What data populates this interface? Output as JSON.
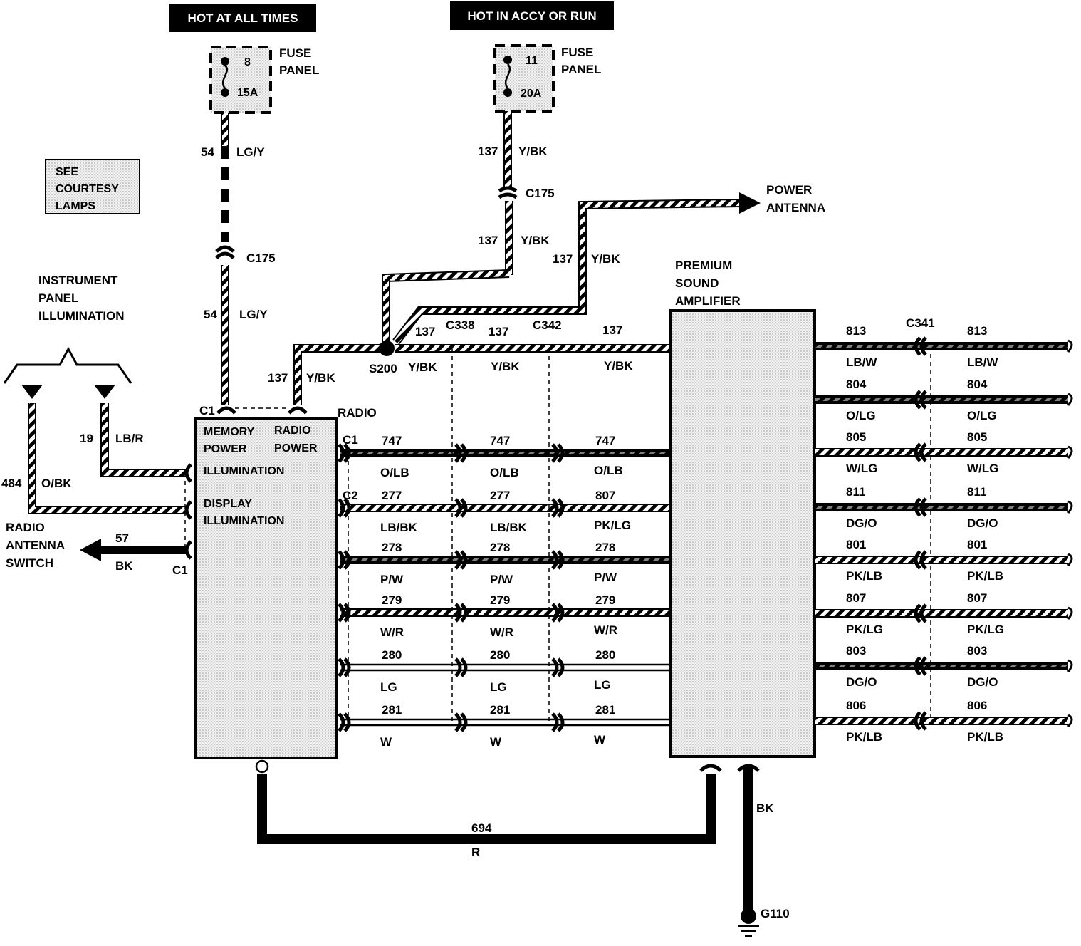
{
  "supplies": {
    "hot_all_times": "HOT AT ALL TIMES",
    "hot_accy_run": "HOT IN ACCY OR RUN",
    "fuse_left": {
      "num": "8",
      "amps": "15A",
      "label1": "FUSE",
      "label2": "PANEL"
    },
    "fuse_right": {
      "num": "11",
      "amps": "20A",
      "label1": "FUSE",
      "label2": "PANEL"
    }
  },
  "see_courtesy": [
    "SEE",
    "COURTESY",
    "LAMPS"
  ],
  "instrument_panel": [
    "INSTRUMENT",
    "PANEL",
    "ILLUMINATION"
  ],
  "radio_antenna_switch": [
    "RADIO",
    "ANTENNA",
    "SWITCH"
  ],
  "power_antenna": [
    "POWER",
    "ANTENNA"
  ],
  "premium_amp": [
    "PREMIUM",
    "SOUND",
    "AMPLIFIER"
  ],
  "radio": {
    "title": "RADIO",
    "memory_power": [
      "MEMORY",
      "POWER"
    ],
    "radio_power": [
      "RADIO",
      "POWER"
    ],
    "illumination": "ILLUMINATION",
    "display_illumination": [
      "DISPLAY",
      "ILLUMINATION"
    ]
  },
  "connectors": {
    "c1": "C1",
    "c2": "C2",
    "c175": "C175",
    "c338": "C338",
    "c342": "C342",
    "c341": "C341",
    "s200": "S200",
    "g110": "G110"
  },
  "feed_wires": {
    "w54": {
      "num": "54",
      "color": "LG/Y"
    },
    "w137": {
      "num": "137",
      "color": "Y/BK"
    },
    "w19": {
      "num": "19",
      "color": "LB/R"
    },
    "w484": {
      "num": "484",
      "color": "O/BK"
    },
    "w57": {
      "num": "57",
      "color": "BK"
    },
    "w694": {
      "num": "694",
      "color": "R"
    },
    "ground": {
      "color": "BK"
    }
  },
  "radio_amp_wires": [
    {
      "a_num": "747",
      "a_color": "O/LB",
      "b_num": "747",
      "b_color": "O/LB",
      "c_num": "747",
      "c_color": "O/LB"
    },
    {
      "a_num": "277",
      "a_color": "LB/BK",
      "b_num": "277",
      "b_color": "LB/BK",
      "c_num": "807",
      "c_color": "PK/LG"
    },
    {
      "a_num": "278",
      "a_color": "P/W",
      "b_num": "278",
      "b_color": "P/W",
      "c_num": "278",
      "c_color": "P/W"
    },
    {
      "a_num": "279",
      "a_color": "W/R",
      "b_num": "279",
      "b_color": "W/R",
      "c_num": "279",
      "c_color": "W/R"
    },
    {
      "a_num": "280",
      "a_color": "LG",
      "b_num": "280",
      "b_color": "LG",
      "c_num": "280",
      "c_color": "LG"
    },
    {
      "a_num": "281",
      "a_color": "W",
      "b_num": "281",
      "b_color": "W",
      "c_num": "281",
      "c_color": "W"
    }
  ],
  "speaker_wires": [
    {
      "num": "813",
      "color": "LB/W"
    },
    {
      "num": "804",
      "color": "O/LG"
    },
    {
      "num": "805",
      "color": "W/LG"
    },
    {
      "num": "811",
      "color": "DG/O"
    },
    {
      "num": "801",
      "color": "PK/LB"
    },
    {
      "num": "807",
      "color": "PK/LG"
    },
    {
      "num": "803",
      "color": "DG/O"
    },
    {
      "num": "806",
      "color": "PK/LB"
    }
  ]
}
